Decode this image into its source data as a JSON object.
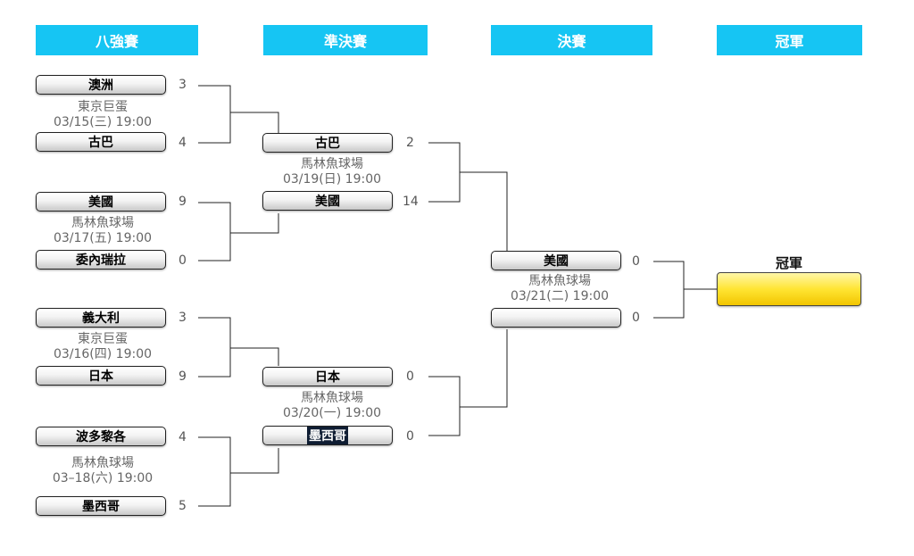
{
  "headers": [
    "八強賽",
    "準決賽",
    "決賽",
    "冠軍"
  ],
  "quarterfinals": [
    {
      "team1": "澳洲",
      "score1": "3",
      "team2": "古巴",
      "score2": "4",
      "venue": "東京巨蛋",
      "datetime": "03/15(三) 19:00"
    },
    {
      "team1": "美國",
      "score1": "9",
      "team2": "委內瑞拉",
      "score2": "0",
      "venue": "馬林魚球場",
      "datetime": "03/17(五) 19:00"
    },
    {
      "team1": "義大利",
      "score1": "3",
      "team2": "日本",
      "score2": "9",
      "venue": "東京巨蛋",
      "datetime": "03/16(四) 19:00"
    },
    {
      "team1": "波多黎各",
      "score1": "4",
      "team2": "墨西哥",
      "score2": "5",
      "venue": "馬林魚球場",
      "datetime": "03–18(六) 19:00"
    }
  ],
  "semifinals": [
    {
      "team1": "古巴",
      "score1": "2",
      "team2": "美國",
      "score2": "14",
      "venue": "馬林魚球場",
      "datetime": "03/19(日) 19:00"
    },
    {
      "team1": "日本",
      "score1": "0",
      "team2": "墨西哥",
      "score2": "0",
      "venue": "馬林魚球場",
      "datetime": "03/20(一) 19:00"
    }
  ],
  "final": {
    "team1": "美國",
    "score1": "0",
    "team2": "",
    "score2": "0",
    "venue": "馬林魚球場",
    "datetime": "03/21(二) 19:00"
  },
  "champion": {
    "label": "冠軍",
    "team": ""
  },
  "colors": {
    "header_bg": "#16c5f3",
    "champion_fill": "#ffe533",
    "highlight_bg": "#0f1d33"
  }
}
